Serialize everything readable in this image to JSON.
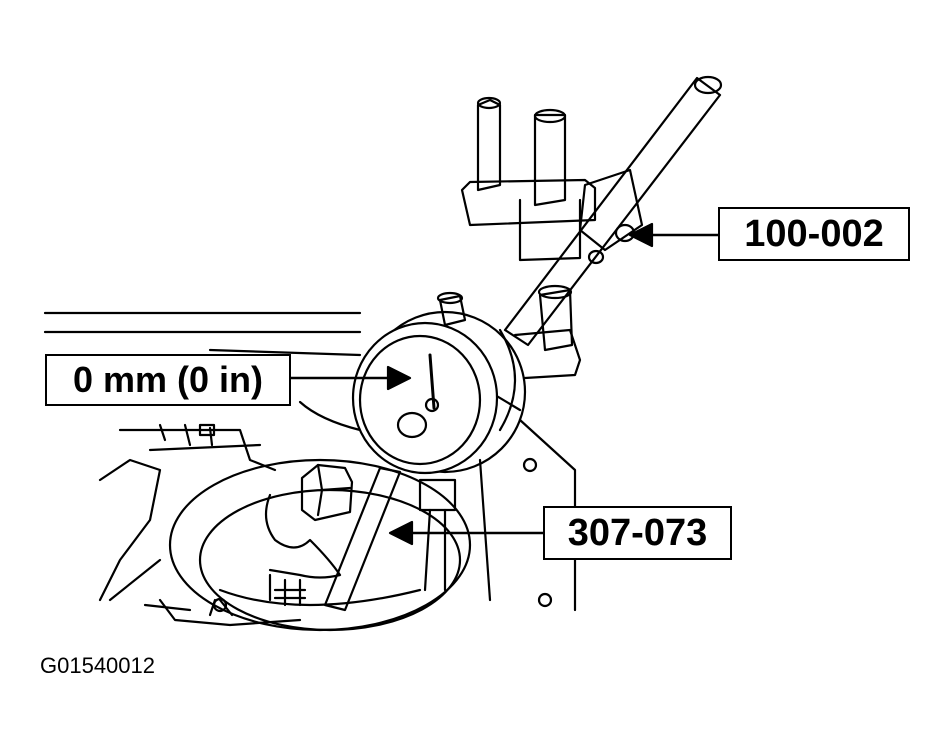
{
  "callouts": {
    "tool_100": "100-002",
    "reading": "0 mm (0 in)",
    "tool_307": "307-073"
  },
  "figure_id": "G01540012",
  "colors": {
    "ink": "#000000",
    "paper": "#ffffff"
  }
}
